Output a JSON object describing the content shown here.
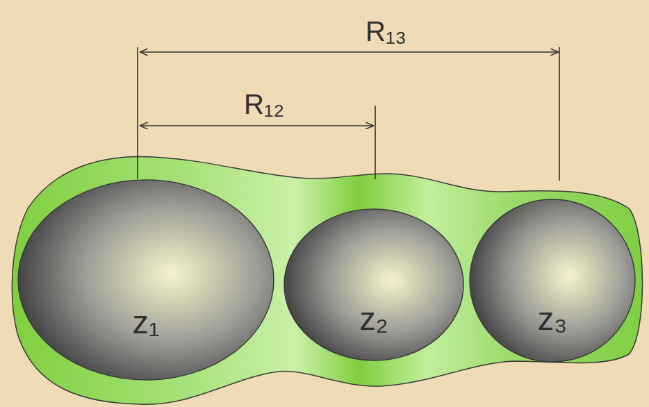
{
  "diagram": {
    "nodes": [
      {
        "text": [
          "z₁"
        ]
      },
      {
        "text": [
          "z₂"
        ]
      },
      {
        "text": [
          "z₃"
        ]
      }
    ],
    "labels": [
      "R₁₃",
      "R₁₂"
    ]
  }
}
